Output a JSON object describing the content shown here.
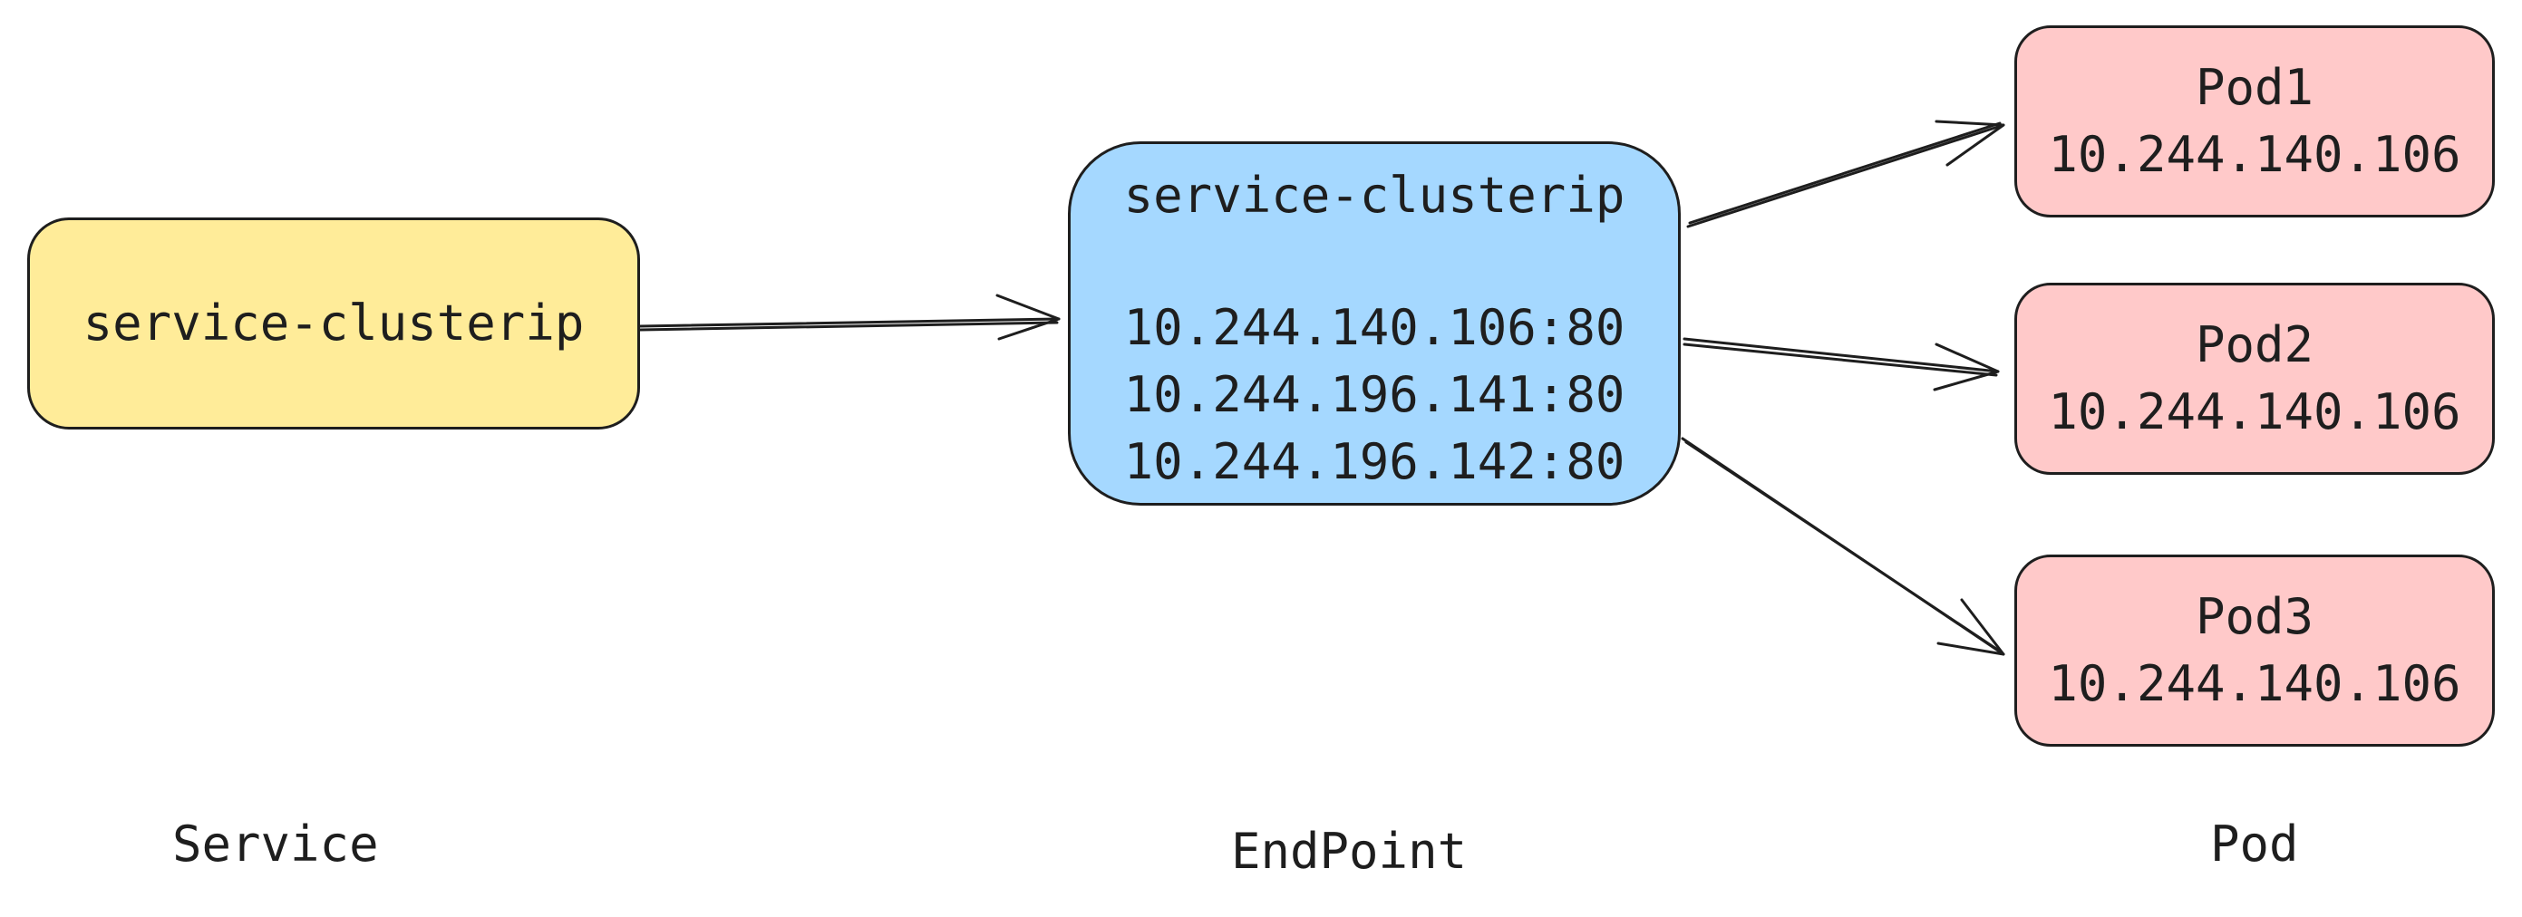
{
  "colors": {
    "service_fill": "#ffec99",
    "endpoint_fill": "#a5d8ff",
    "pod_fill": "#ffc9c9",
    "stroke": "#1e1e1e"
  },
  "service": {
    "name": "service-clusterip"
  },
  "endpoint": {
    "name": "service-clusterip",
    "addresses": [
      "10.244.140.106:80",
      "10.244.196.141:80",
      "10.244.196.142:80"
    ]
  },
  "pods": [
    {
      "name": "Pod1",
      "ip": "10.244.140.106"
    },
    {
      "name": "Pod2",
      "ip": "10.244.140.106"
    },
    {
      "name": "Pod3",
      "ip": "10.244.140.106"
    }
  ],
  "captions": {
    "service": "Service",
    "endpoint": "EndPoint",
    "pod": "Pod"
  }
}
